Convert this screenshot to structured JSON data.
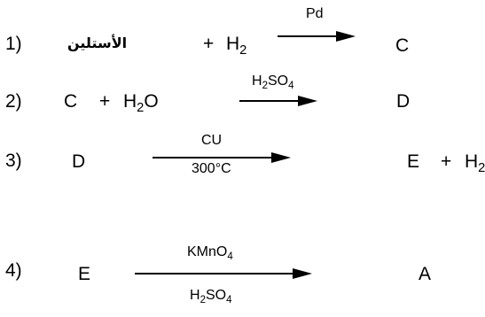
{
  "reactions": [
    {
      "number": "1)",
      "reactant": "الأستلين",
      "plus": "+",
      "reagent_base": "H",
      "reagent_sub": "2",
      "condition_top": "Pd",
      "product": "C"
    },
    {
      "number": "2)",
      "reactant": "C",
      "plus": "+",
      "reagent_base": "H",
      "reagent_sub": "2",
      "reagent_tail": "O",
      "condition_top_base": "H",
      "condition_top_sub1": "2",
      "condition_top_mid": "SO",
      "condition_top_sub2": "4",
      "product": "D"
    },
    {
      "number": "3)",
      "reactant": "D",
      "condition_top": "CU",
      "condition_bottom": "300°C",
      "product": "E",
      "plus": "+",
      "byproduct_base": "H",
      "byproduct_sub": "2"
    },
    {
      "number": "4)",
      "reactant": "E",
      "condition_top_base": "KMnO",
      "condition_top_sub": "4",
      "condition_bottom_base": "H",
      "condition_bottom_sub1": "2",
      "condition_bottom_mid": "SO",
      "condition_bottom_sub2": "4",
      "product": "A"
    }
  ]
}
